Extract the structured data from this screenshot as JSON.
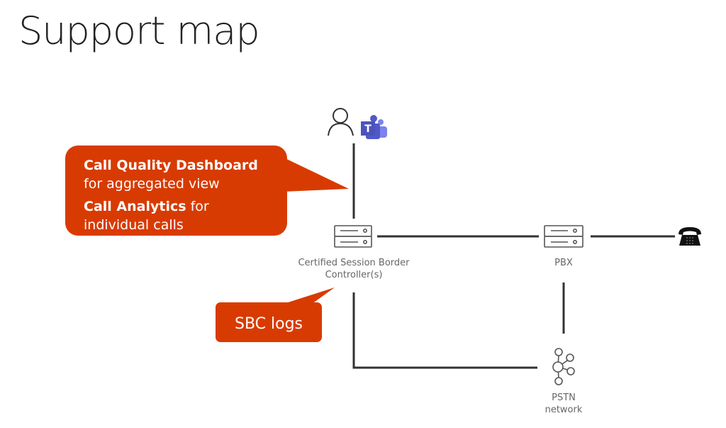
{
  "slide": {
    "title": "Support map"
  },
  "nodes": {
    "user": {
      "icon": "user-icon"
    },
    "teams": {
      "icon": "teams-icon",
      "color": "#5059C9"
    },
    "sbc": {
      "icon": "server-icon",
      "label_line1": "Certified Session Border",
      "label_line2": "Controller(s)"
    },
    "pbx": {
      "icon": "server-icon",
      "label": "PBX"
    },
    "phone": {
      "icon": "telephone-icon"
    },
    "pstn": {
      "icon": "network-icon",
      "label_line1": "PSTN",
      "label_line2": "network"
    }
  },
  "callouts": {
    "color": "#D83B01",
    "quality": {
      "line1_bold": "Call Quality Dashboard",
      "line2": "for aggregated view",
      "line3_bold": "Call Analytics",
      "line3_rest": " for",
      "line4": "individual calls"
    },
    "sbc_logs": {
      "text": "SBC logs"
    }
  }
}
